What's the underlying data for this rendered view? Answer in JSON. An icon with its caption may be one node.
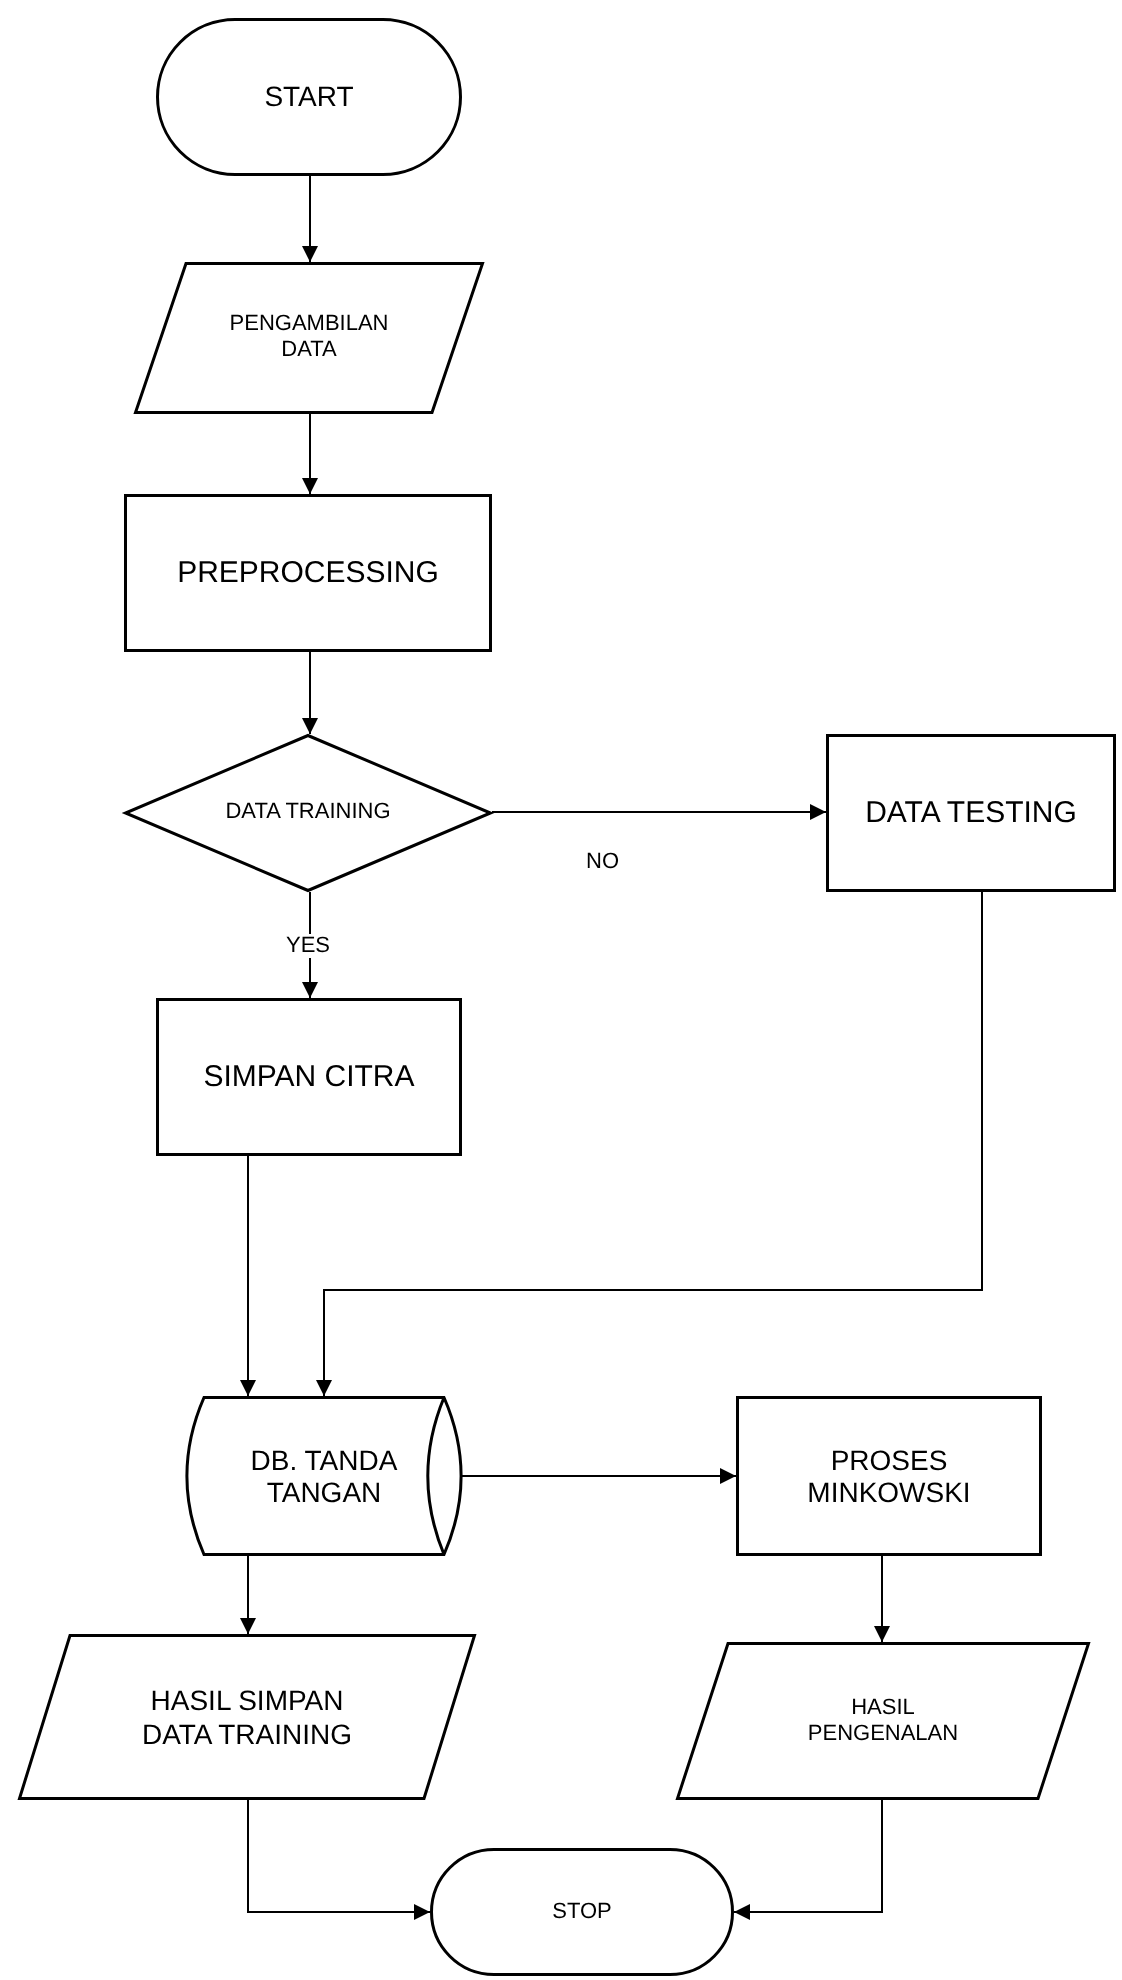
{
  "diagram": {
    "nodes": [
      {
        "text": [
          "START"
        ]
      },
      {
        "text": [
          "PENGAMBILAN DATA"
        ]
      },
      {
        "text": [
          "PREPROCESSING"
        ]
      },
      {
        "text": [
          "DATA TRAINING"
        ]
      },
      {
        "text": [
          "DATA TESTING"
        ]
      },
      {
        "text": [
          "SIMPAN CITRA"
        ]
      },
      {
        "text": [
          "DB. TANDA TANGAN"
        ]
      },
      {
        "text": [
          "PROSES MINKOWSKI"
        ]
      },
      {
        "text": [
          "HASIL PENGENALAN"
        ]
      },
      {
        "text": [
          "HASIL SIMPAN DATA TRAINING"
        ]
      },
      {
        "text": [
          "STOP"
        ]
      }
    ],
    "edges": [
      {
        "from": 0,
        "to": 1,
        "arrow": "to"
      },
      {
        "from": 1,
        "to": 2,
        "arrow": "to"
      },
      {
        "from": 2,
        "to": 3,
        "arrow": "to"
      },
      {
        "from": 3,
        "to": 4,
        "arrow": "to",
        "label": "NO"
      },
      {
        "from": 3,
        "to": 5,
        "arrow": "to",
        "label": "YES"
      },
      {
        "from": 5,
        "to": 6,
        "arrow": "to"
      },
      {
        "from": 4,
        "to": 6,
        "arrow": "to"
      },
      {
        "from": 6,
        "to": 7,
        "arrow": "to"
      },
      {
        "from": 7,
        "to": 8,
        "arrow": "to"
      },
      {
        "from": 6,
        "to": 9,
        "arrow": "to"
      },
      {
        "from": 9,
        "to": 10,
        "arrow": "to"
      },
      {
        "from": 8,
        "to": 10,
        "arrow": "to"
      }
    ]
  }
}
